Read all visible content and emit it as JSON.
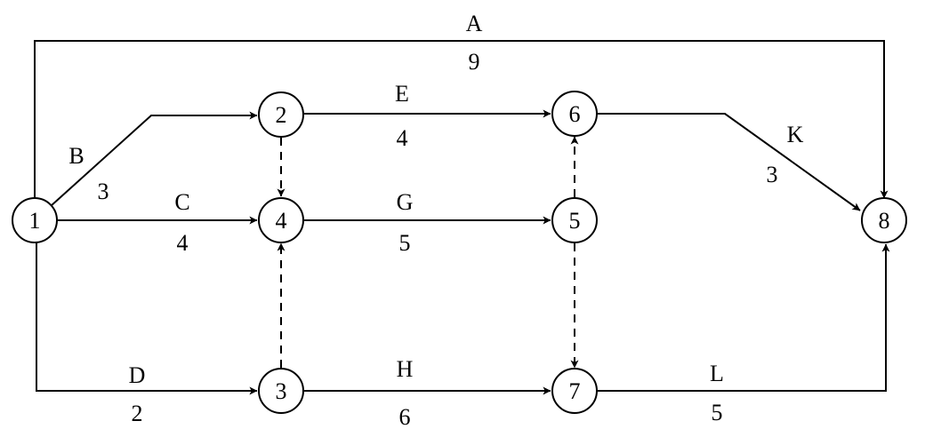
{
  "nodes": [
    {
      "id": "1",
      "label": "1"
    },
    {
      "id": "2",
      "label": "2"
    },
    {
      "id": "3",
      "label": "3"
    },
    {
      "id": "4",
      "label": "4"
    },
    {
      "id": "5",
      "label": "5"
    },
    {
      "id": "6",
      "label": "6"
    },
    {
      "id": "7",
      "label": "7"
    },
    {
      "id": "8",
      "label": "8"
    }
  ],
  "activities": [
    {
      "name": "A",
      "duration": "9",
      "from": "1",
      "to": "8"
    },
    {
      "name": "B",
      "duration": "3",
      "from": "1",
      "to": "2"
    },
    {
      "name": "C",
      "duration": "4",
      "from": "1",
      "to": "4"
    },
    {
      "name": "D",
      "duration": "2",
      "from": "1",
      "to": "3"
    },
    {
      "name": "E",
      "duration": "4",
      "from": "2",
      "to": "6"
    },
    {
      "name": "G",
      "duration": "5",
      "from": "4",
      "to": "5"
    },
    {
      "name": "H",
      "duration": "6",
      "from": "3",
      "to": "7"
    },
    {
      "name": "K",
      "duration": "3",
      "from": "6",
      "to": "8"
    },
    {
      "name": "L",
      "duration": "5",
      "from": "7",
      "to": "8"
    }
  ],
  "dummy_activities": [
    {
      "from": "2",
      "to": "4"
    },
    {
      "from": "3",
      "to": "4"
    },
    {
      "from": "5",
      "to": "6"
    },
    {
      "from": "5",
      "to": "7"
    }
  ]
}
